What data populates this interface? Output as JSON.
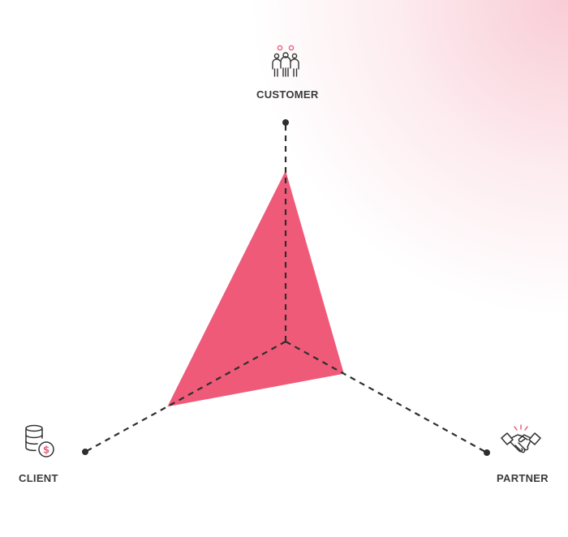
{
  "axes": [
    {
      "id": "customer",
      "label": "CUSTOMER",
      "icon": "people-group-icon",
      "value": 0.78
    },
    {
      "id": "partner",
      "label": "PARTNER",
      "icon": "handshake-icon",
      "value": 0.29
    },
    {
      "id": "client",
      "label": "CLIENT",
      "icon": "coins-dollar-icon",
      "value": 0.59
    }
  ],
  "colors": {
    "fill": "#ef5a78",
    "axis": "#2e2e2e",
    "label": "#3a3a3a",
    "accent": "#e8647e"
  }
}
